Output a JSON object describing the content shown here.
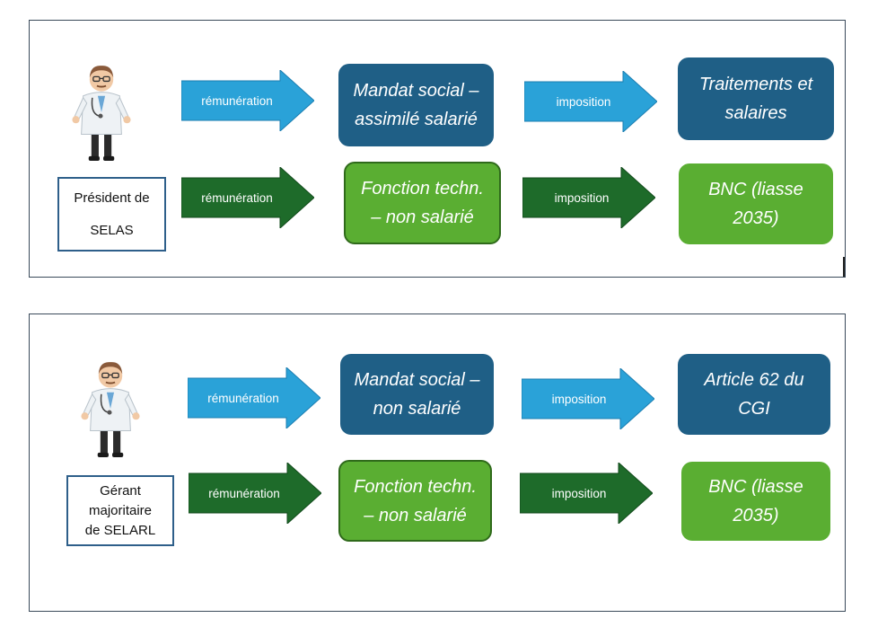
{
  "colors": {
    "blue_node": "#1f5f86",
    "green_node": "#5aae32",
    "light_blue_arrow": "#2aa2d8",
    "dark_green_arrow": "#1e6b2a",
    "label_border": "#2e5f8a"
  },
  "panels": [
    {
      "role_label": [
        "Président de",
        "SELAS"
      ],
      "rows": [
        {
          "arrow1": "rémunération",
          "status": [
            "Mandat social –",
            "assimilé salarié"
          ],
          "arrow2": "imposition",
          "tax": [
            "Traitements et",
            "salaires"
          ]
        },
        {
          "arrow1": "rémunération",
          "status": [
            "Fonction techn.",
            "– non salarié"
          ],
          "arrow2": "imposition",
          "tax": [
            "BNC (liasse",
            "2035)"
          ]
        }
      ]
    },
    {
      "role_label": [
        "Gérant",
        "majoritaire",
        "de SELARL"
      ],
      "rows": [
        {
          "arrow1": "rémunération",
          "status": [
            "Mandat social –",
            "non salarié"
          ],
          "arrow2": "imposition",
          "tax": [
            "Article 62 du",
            "CGI"
          ]
        },
        {
          "arrow1": "rémunération",
          "status": [
            "Fonction techn.",
            "– non salarié"
          ],
          "arrow2": "imposition",
          "tax": [
            "BNC (liasse",
            "2035)"
          ]
        }
      ]
    }
  ]
}
